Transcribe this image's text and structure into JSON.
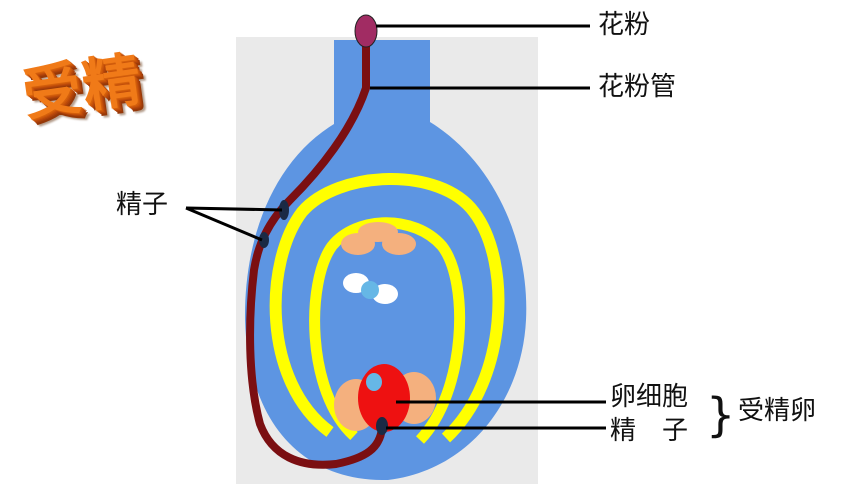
{
  "title": "受精",
  "labels": {
    "pollen": "花粉",
    "pollen_tube": "花粉管",
    "sperm": "精子",
    "egg_cell": "卵细胞",
    "sperm_lower": "精　子",
    "fertilized_egg": "受精卵"
  },
  "colors": {
    "background_panel": "#eaeaea",
    "ovary": "#5d95e2",
    "integument": "#ffff00",
    "pollen_tube": "#7b0f12",
    "pollen_grain": "#a12c63",
    "egg_cell": "#ee1111",
    "synergid": "#f4b07e",
    "polar_nuclei": "#ffffff",
    "nucleus": "#66b7e6",
    "title": "#f07a18"
  }
}
